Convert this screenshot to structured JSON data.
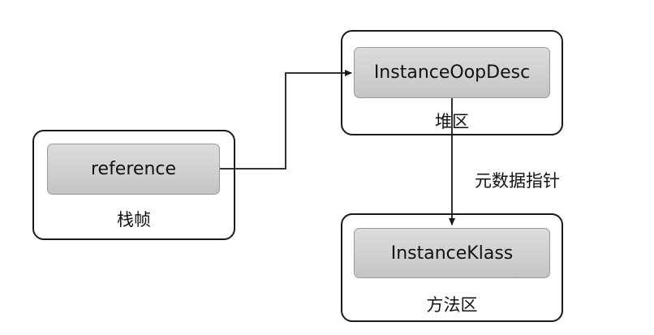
{
  "stack_frame": {
    "caption": "栈帧",
    "reference_label": "reference"
  },
  "heap": {
    "caption": "堆区",
    "object_label": "InstanceOopDesc"
  },
  "method_area": {
    "caption": "方法区",
    "klass_label": "InstanceKlass"
  },
  "edges": {
    "metadata_pointer_label": "元数据指针"
  },
  "colors": {
    "box_border": "#1a1a1a",
    "inner_fill": "#d0d0d0",
    "line": "#1a1a1a"
  }
}
